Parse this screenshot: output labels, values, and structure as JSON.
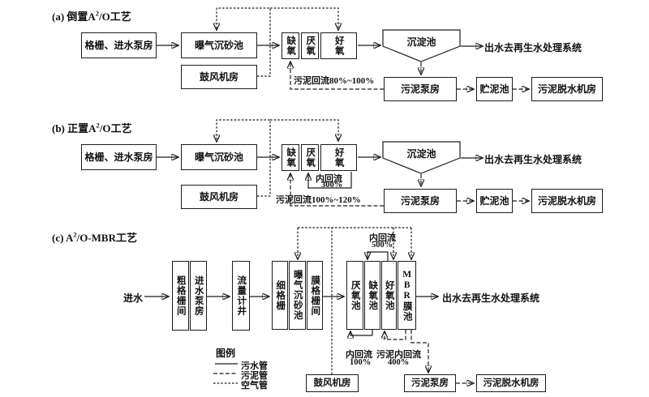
{
  "colors": {
    "ink": "#1c1c1c",
    "background": "#ffffff"
  },
  "a": {
    "title_prefix": "(a) 倒置A",
    "title_sup": "2",
    "title_suffix": "/O工艺",
    "screen_pump": "格栅、进水泵房",
    "grit": "曝气沉砂池",
    "blower": "鼓风机房",
    "anoxic": "缺氧",
    "anaerobic": "厌氧",
    "oxic": "好氧",
    "sedimentation": "沉淀池",
    "effluent": "出水去再生水处理系统",
    "sludge_return": "污泥回流80%~100%",
    "sludge_pump": "污泥泵房",
    "storage": "贮泥池",
    "dewater": "污泥脱水机房"
  },
  "b": {
    "title_prefix": "(b) 正置A",
    "title_sup": "2",
    "title_suffix": "/O工艺",
    "screen_pump": "格栅、进水泵房",
    "grit": "曝气沉砂池",
    "blower": "鼓风机房",
    "anoxic": "缺氧",
    "anaerobic": "厌氧",
    "oxic": "好氧",
    "recycle": "内回流",
    "recycle_pct": "300%",
    "sedimentation": "沉淀池",
    "effluent": "出水去再生水处理系统",
    "sludge_return": "污泥回流100%~120%",
    "sludge_pump": "污泥泵房",
    "storage": "贮泥池",
    "dewater": "污泥脱水机房"
  },
  "c": {
    "title_prefix": "(c) A",
    "title_sup": "2",
    "title_suffix": "/O-MBR工艺",
    "influent": "进水",
    "coarse_screen": "粗格栅间",
    "inlet_pump": "进水泵房",
    "flow_well": "流量计井",
    "fine_screen": "细格栅",
    "grit": "曝气沉砂池",
    "membrane_screen": "膜格栅间",
    "anaerobic": "厌氧池",
    "anoxic": "缺氧池",
    "oxic": "好氧池",
    "mbr": "MBR膜池",
    "effluent": "出水去再生水处理系统",
    "top_recycle": "内回流",
    "top_recycle_pct": "500%",
    "bottom_recycle": "内回流",
    "bottom_recycle_pct": "100%",
    "sludge_recycle": "污泥内回流",
    "sludge_recycle_pct": "400%",
    "blower": "鼓风机房",
    "sludge_pump": "污泥泵房",
    "dewater": "污泥脱水机房"
  },
  "legend": {
    "title": "图例",
    "sewage": "污水管",
    "sludge": "污泥管",
    "air": "空气管"
  }
}
